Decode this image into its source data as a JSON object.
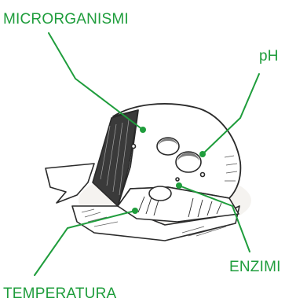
{
  "labels": {
    "microrganismi": "MICRORGANISMI",
    "ph": "pH",
    "enzimi": "ENZIMI",
    "temperatura": "TEMPERATURA"
  },
  "colors": {
    "accent": "#1f9d3c",
    "ink": "#2a2a2a",
    "paper": "#ffffff",
    "shadow": "#e9e6e1"
  },
  "illustration": {
    "subject": "sketch of a cheese wedge on a cloth/paper",
    "style": "hand-drawn ink engraving"
  }
}
